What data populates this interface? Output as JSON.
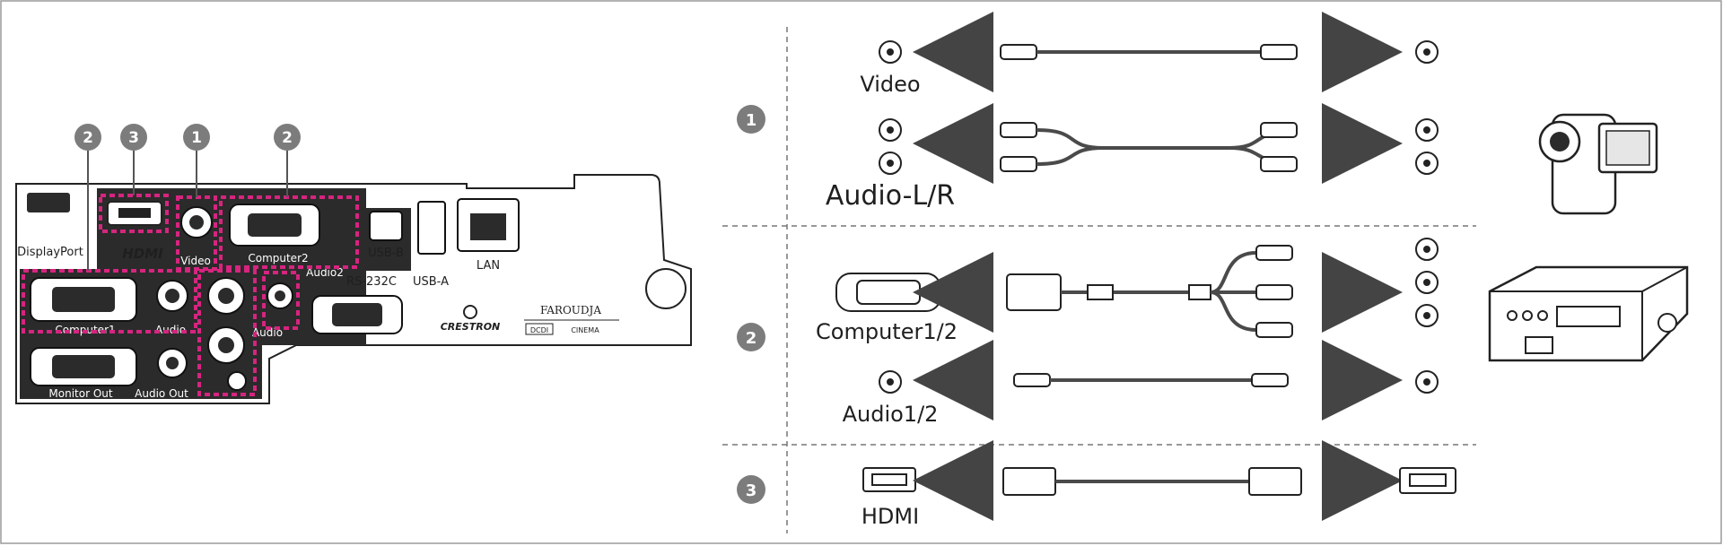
{
  "panel": {
    "badges": {
      "b2a": "2",
      "b3": "3",
      "b1": "1",
      "b2b": "2"
    },
    "labels": {
      "display_port": "DisplayPort",
      "hdmi_logo": "HDMI",
      "video": "Video",
      "computer2": "Computer2",
      "usb_b": "USB-B",
      "usb_a": "USB-A",
      "lan": "LAN",
      "computer1": "Computer1",
      "audio": "Audio",
      "audio2": "Audio2",
      "audio_l_r": "Audio",
      "rs232c": "RS-232C",
      "monitor_out": "Monitor Out",
      "audio_out": "Audio Out",
      "crestron": "CRESTRON",
      "faroudja": "FAROUDJA",
      "dcdi": "DCDI",
      "cinema": "CINEMA"
    }
  },
  "sections": [
    {
      "badge": "1",
      "rows": [
        {
          "label": "Video"
        },
        {
          "label": "Audio-L/R"
        }
      ]
    },
    {
      "badge": "2",
      "rows": [
        {
          "label": "Computer1/2"
        },
        {
          "label": "Audio1/2"
        }
      ]
    },
    {
      "badge": "3",
      "rows": [
        {
          "label": "HDMI"
        }
      ]
    }
  ],
  "colors": {
    "highlight": "#d6247f",
    "badge": "#7c7c7c",
    "panel_dark": "#2b2b2b",
    "cable": "#4a4a4a"
  }
}
